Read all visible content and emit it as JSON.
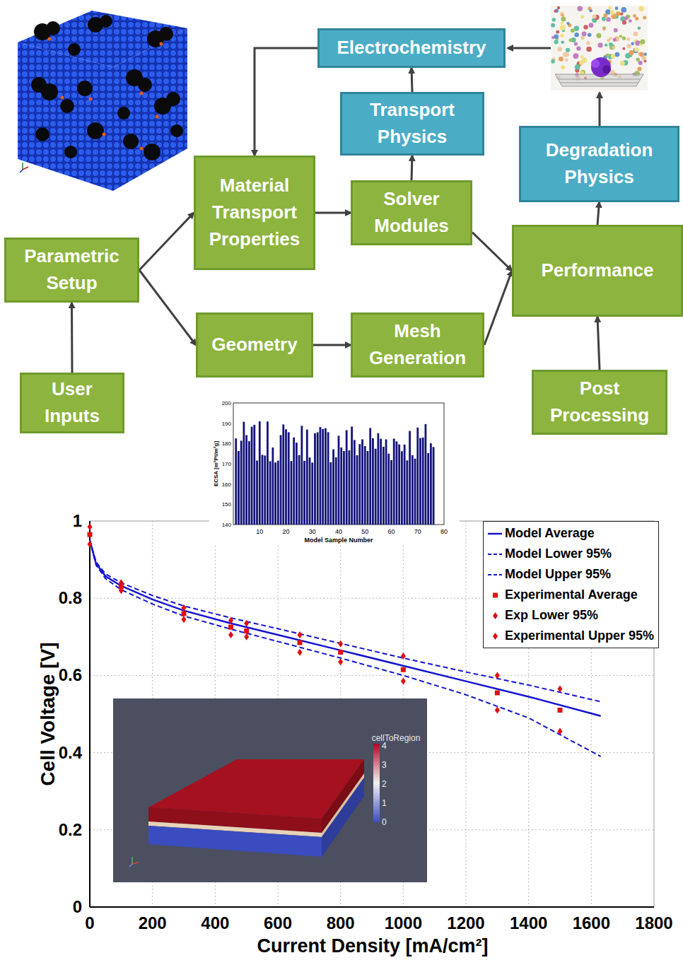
{
  "diagram": {
    "nodes": [
      {
        "text": [
          "Electrochemistry"
        ]
      },
      {
        "text": [
          "Transport Physics"
        ]
      },
      {
        "text": [
          "Degradation Physics"
        ]
      },
      {
        "text": [
          "Material Transport Properties"
        ]
      },
      {
        "text": [
          "Solver Modules"
        ]
      },
      {
        "text": [
          "Parametric Setup"
        ]
      },
      {
        "text": [
          "Performance"
        ]
      },
      {
        "text": [
          "Geometry"
        ]
      },
      {
        "text": [
          "Mesh Generation"
        ]
      },
      {
        "text": [
          "User Inputs"
        ]
      },
      {
        "text": [
          "Post Processing"
        ]
      }
    ],
    "edges": [
      {
        "from": 9,
        "to": 5,
        "arrow": "to"
      },
      {
        "from": 5,
        "to": 3,
        "arrow": "to"
      },
      {
        "from": 5,
        "to": 7,
        "arrow": "to"
      },
      {
        "from": 3,
        "to": 4,
        "arrow": "to"
      },
      {
        "from": 7,
        "to": 8,
        "arrow": "to"
      },
      {
        "from": 4,
        "to": 1,
        "arrow": "to"
      },
      {
        "from": 1,
        "to": 0,
        "arrow": "to"
      },
      {
        "from": 0,
        "to": 3,
        "arrow": "to"
      },
      {
        "from": 4,
        "to": 6,
        "arrow": "to"
      },
      {
        "from": 8,
        "to": 6,
        "arrow": "to"
      },
      {
        "from": 6,
        "to": 2,
        "arrow": "to"
      },
      {
        "from": 10,
        "to": 6,
        "arrow": "to"
      }
    ],
    "labels": [
      "0",
      "0.2",
      "0.4",
      "0.6",
      "0.8",
      "1",
      "0",
      "200",
      "400",
      "600",
      "800",
      "1000",
      "1200",
      "1400",
      "1600",
      "1800",
      "Cell Voltage [V]",
      "Current Density [mA/cm²]",
      "200",
      "190",
      "180",
      "170",
      "160",
      "150",
      "140",
      "10",
      "20",
      "30",
      "40",
      "50",
      "60",
      "70",
      "80",
      "ECSA [m²Pt/m²g]",
      "Model Sample Number",
      "cellToRegion",
      "4",
      "3",
      "2",
      "1",
      "0"
    ],
    "legend": [
      {
        "text": "Model Average"
      },
      {
        "text": "Model Lower 95%"
      },
      {
        "text": "Model Upper 95%"
      },
      {
        "text": "Experimental Average"
      },
      {
        "text": "Exp Lower 95%"
      },
      {
        "text": "Experimental Upper 95%"
      }
    ]
  }
}
